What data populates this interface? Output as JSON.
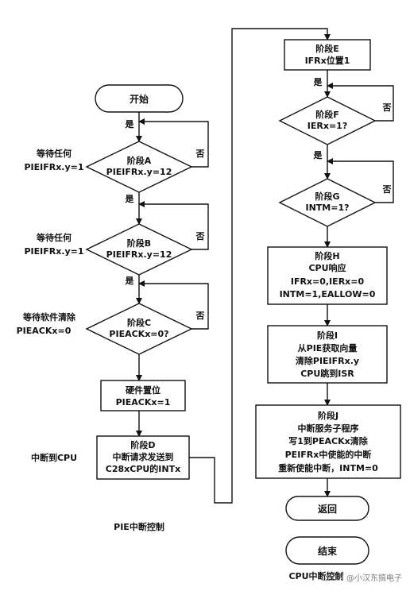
{
  "flowchart": {
    "left": {
      "start": "开始",
      "stageA": [
        "阶段A",
        "PIEIFRx.y=12"
      ],
      "stageB": [
        "阶段B",
        "PIEIFRx.y=12"
      ],
      "stageC": [
        "阶段C",
        "PIEACKx=0?"
      ],
      "hw_set": [
        "硬件置位",
        "PIEACKx=1"
      ],
      "stageD": [
        "阶段D",
        "中断请求发送到",
        "C28xCPU的INTx"
      ],
      "wait_any_1": [
        "等待任何",
        "PIEIFRx.y=1"
      ],
      "wait_any_2": [
        "等待任何",
        "PIEIFRx.y=1"
      ],
      "wait_sw_clear": [
        "等待软件清除",
        "PIEACKx=0"
      ],
      "to_cpu": "中断到CPU",
      "caption": "PIE中断控制"
    },
    "right": {
      "stageE": [
        "阶段E",
        "IFRx位置1"
      ],
      "stageF": [
        "阶段F",
        "IERx=1?"
      ],
      "stageG": [
        "阶段G",
        "INTM=1?"
      ],
      "stageH": [
        "阶段H",
        "CPU响应",
        "IFRx=0,IERx=0",
        "INTM=1,EALLOW=0"
      ],
      "stageI": [
        "阶段I",
        "从PIE获取向量",
        "清除PIEIFRx.y",
        "CPU跳到ISR"
      ],
      "stageJ": [
        "阶段J",
        "中断服务子程序",
        "写1到PEACKx清除",
        "PEIFRx中使能的中断",
        "重新使能中断，INTM=0"
      ],
      "return": "返回",
      "end": "结束",
      "caption": "CPU中断控制"
    },
    "yes": "是",
    "no": "否",
    "watermark": "CSDN @小汉东搞电子"
  }
}
